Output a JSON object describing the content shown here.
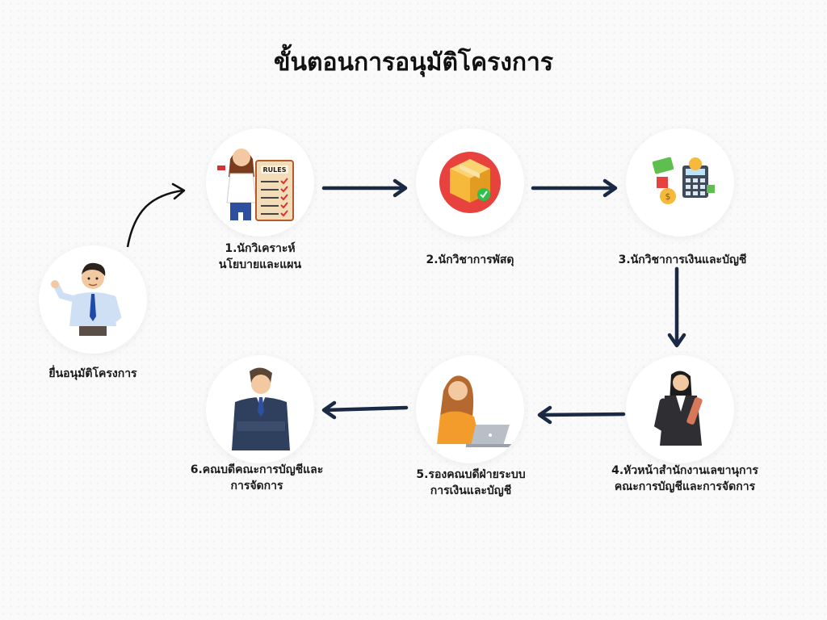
{
  "title": "ขั้นตอนการอนุมัติโครงการ",
  "steps": [
    {
      "line1": "ยื่นอนุมัติโครงการ",
      "line2": ""
    },
    {
      "line1": "1.นักวิเคราะห์",
      "line2": "นโยบายและแผน"
    },
    {
      "line1": "2.นักวิชาการพัสดุ",
      "line2": ""
    },
    {
      "line1": "3.นักวิชาการเงินและบัญชี",
      "line2": ""
    },
    {
      "line1": "4.หัวหน้าสำนักงานเลขานุการ",
      "line2": "คณะการบัญชีและการจัดการ"
    },
    {
      "line1": "5.รองคณบดีฝ่ายระบบ",
      "line2": "การเงินและบัญชี"
    },
    {
      "line1": "6.คณบดีคณะการบัญชีและ",
      "line2": "การจัดการ"
    }
  ],
  "icons": {
    "applicant": "man-pointing-icon",
    "analyst": "woman-with-rules-checklist-icon",
    "supplies": "package-box-check-icon",
    "finance": "calculator-money-icon",
    "head": "woman-holding-folder-icon",
    "vice_dean": "woman-laptop-icon",
    "dean": "businessman-arms-crossed-icon"
  },
  "badge_text": "RULES",
  "colors": {
    "arrow": "#1b2a44",
    "box": "#f6b93b",
    "badge_bg": "#e8423f",
    "check": "#2fbf4b"
  }
}
